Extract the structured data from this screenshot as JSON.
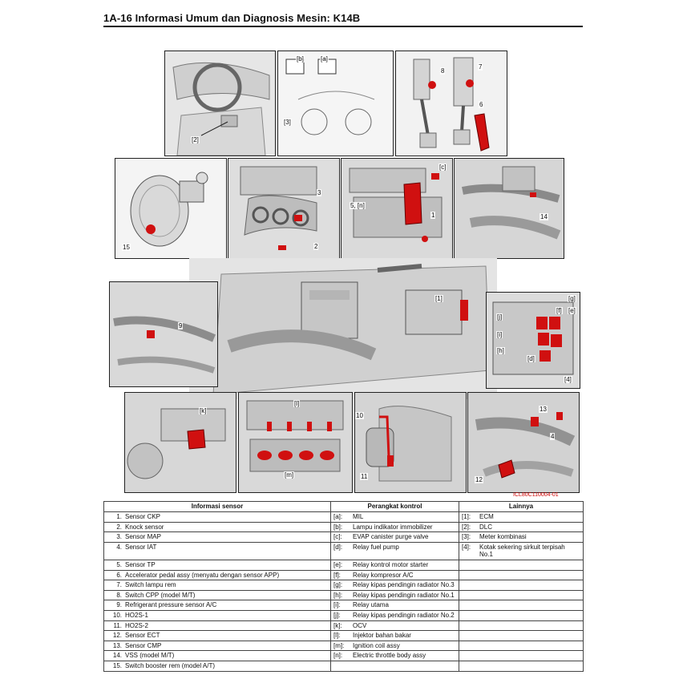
{
  "header": {
    "title": "1A-16   Informasi Umum dan Diagnosis Mesin: K14B"
  },
  "figure_code": "ICL80C110004-01",
  "panels": {
    "dash": {
      "callouts": [
        "[2]"
      ]
    },
    "cluster": {
      "callouts": [
        "[b]",
        "[a]",
        "[3]"
      ]
    },
    "pedals": {
      "callouts": [
        "8",
        "7",
        "6"
      ]
    },
    "booster": {
      "callouts": [
        "15"
      ]
    },
    "manifold": {
      "callouts": [
        "3",
        "2"
      ]
    },
    "throttle": {
      "callouts": [
        "[c]",
        "5, [n]",
        "1"
      ]
    },
    "pipes": {
      "callouts": [
        "14"
      ]
    },
    "ac": {
      "callouts": [
        "9"
      ]
    },
    "fusebox": {
      "callouts": [
        "[g]",
        "[f]",
        "[e]",
        "[j]",
        "[i]",
        "[h]",
        "[d]",
        "[4]"
      ]
    },
    "engine": {
      "callouts": [
        "[1]"
      ]
    },
    "ocv": {
      "callouts": [
        "[k]"
      ]
    },
    "coils": {
      "callouts": [
        "[l]",
        "[m]"
      ]
    },
    "o2": {
      "callouts": [
        "10",
        "11"
      ]
    },
    "cmp": {
      "callouts": [
        "13",
        "4",
        "12"
      ]
    }
  },
  "table": {
    "headers": [
      "Informasi sensor",
      "Perangkat kontrol",
      "Lainnya"
    ],
    "sensors": [
      {
        "num": "1.",
        "text": "Sensor CKP"
      },
      {
        "num": "2.",
        "text": "Knock sensor"
      },
      {
        "num": "3.",
        "text": "Sensor MAP"
      },
      {
        "num": "4.",
        "text": "Sensor IAT"
      },
      {
        "num": "5.",
        "text": "Sensor TP"
      },
      {
        "num": "6.",
        "text": "Accelerator pedal assy (menyatu dengan sensor APP)"
      },
      {
        "num": "7.",
        "text": "Switch lampu rem"
      },
      {
        "num": "8.",
        "text": "Switch CPP (model M/T)"
      },
      {
        "num": "9.",
        "text": "Refrigerant pressure sensor A/C"
      },
      {
        "num": "10.",
        "text": "HO2S-1"
      },
      {
        "num": "11.",
        "text": "HO2S-2"
      },
      {
        "num": "12.",
        "text": "Sensor ECT"
      },
      {
        "num": "13.",
        "text": "Sensor CMP"
      },
      {
        "num": "14.",
        "text": "VSS (model M/T)"
      },
      {
        "num": "15.",
        "text": "Switch booster rem (model A/T)"
      }
    ],
    "controls": [
      {
        "key": "[a]:",
        "text": "MIL"
      },
      {
        "key": "[b]:",
        "text": "Lampu indikator immobilizer"
      },
      {
        "key": "[c]:",
        "text": "EVAP canister purge valve"
      },
      {
        "key": "[d]:",
        "text": "Relay fuel pump"
      },
      {
        "key": "[e]:",
        "text": "Relay kontrol motor starter"
      },
      {
        "key": "[f]:",
        "text": "Relay kompresor A/C"
      },
      {
        "key": "[g]:",
        "text": "Relay kipas pendingin radiator No.3"
      },
      {
        "key": "[h]:",
        "text": "Relay kipas pendingin radiator No.1"
      },
      {
        "key": "[i]:",
        "text": "Relay utama"
      },
      {
        "key": "[j]:",
        "text": "Relay kipas pendingin radiator No.2"
      },
      {
        "key": "[k]:",
        "text": "OCV"
      },
      {
        "key": "[l]:",
        "text": "Injektor bahan bakar"
      },
      {
        "key": "[m]:",
        "text": "Ignition coil assy"
      },
      {
        "key": "[n]:",
        "text": "Electric throttle body assy"
      },
      {
        "key": "",
        "text": ""
      }
    ],
    "others": [
      {
        "key": "[1]:",
        "text": "ECM"
      },
      {
        "key": "[2]:",
        "text": "DLC"
      },
      {
        "key": "[3]:",
        "text": "Meter kombinasi"
      },
      {
        "key": "[4]:",
        "text": "Kotak sekering sirkuit terpisah No.1"
      }
    ]
  }
}
